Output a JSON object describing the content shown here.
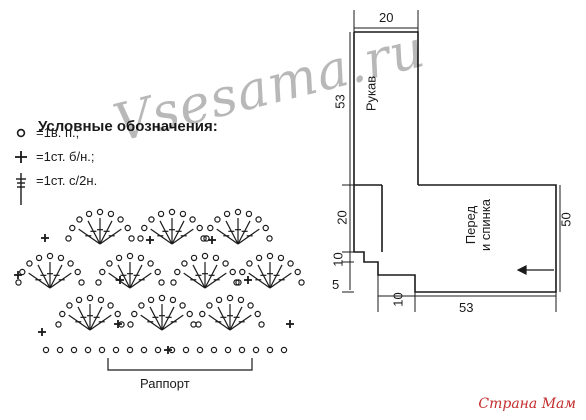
{
  "legend": {
    "title": "Условные обозначения:",
    "items": [
      {
        "icon": "chain-stitch-circle",
        "text": "=1в. п.;"
      },
      {
        "icon": "single-crochet-plus",
        "text": "=1ст. б/н.;"
      },
      {
        "icon": "double-crochet-cross",
        "text": "=1ст. с/2н."
      }
    ]
  },
  "chart": {
    "rapport_label": "Раппорт"
  },
  "schematic": {
    "sleeve_label": "Рукав",
    "body_label_line1": "Перед",
    "body_label_line2": "и спинка",
    "dims": {
      "top_width": "20",
      "sleeve_length": "53",
      "armhole": "20",
      "step_a": "10",
      "step_b": "5",
      "bottom_offset": "10",
      "bottom_width": "53",
      "body_height": "50"
    }
  },
  "watermark": "Vsesama.ru",
  "site_mark": "Страна Мам"
}
